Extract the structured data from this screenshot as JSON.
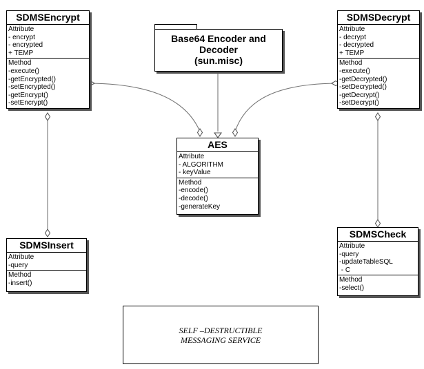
{
  "package": {
    "title_lines": [
      "Base64 Encoder and",
      "Decoder",
      "(sun.misc)"
    ]
  },
  "classes": {
    "encrypt": {
      "name": "SDMSEncrypt",
      "attr_label": "Attribute",
      "attrs": [
        "- encrypt",
        "- encrypted",
        "+ TEMP"
      ],
      "meth_label": "Method",
      "methods": [
        "-execute()",
        "-getEncrypted()",
        "-setEncrypted()",
        "-getEncrypt()",
        "-setEncrypt()"
      ]
    },
    "decrypt": {
      "name": "SDMSDecrypt",
      "attr_label": "Attribute",
      "attrs": [
        "- decrypt",
        "- decrypted",
        "+ TEMP"
      ],
      "meth_label": "Method",
      "methods": [
        "-execute()",
        "-getDecrypted()",
        "-setDecrypted()",
        "-getDecrypt()",
        "-setDecrypt()"
      ]
    },
    "aes": {
      "name": "AES",
      "attr_label": "Attribute",
      "attrs": [
        "- ALGORITHM",
        "- keyValue"
      ],
      "meth_label": "Method",
      "methods": [
        "-encode()",
        "-decode()",
        "-generateKey"
      ]
    },
    "insert": {
      "name": "SDMSInsert",
      "attr_label": "Attribute",
      "attrs": [
        "-query"
      ],
      "meth_label": "Method",
      "methods": [
        "-insert()"
      ]
    },
    "check": {
      "name": "SDMSCheck",
      "attr_label": "Attribute",
      "attrs": [
        "-query",
        "-updateTableSQL",
        " - C"
      ],
      "meth_label": "Method",
      "methods": [
        "-select()"
      ]
    }
  },
  "note": {
    "lines": [
      "SELF –DESTRUCTIBLE",
      "MESSAGING SERVICE"
    ]
  }
}
